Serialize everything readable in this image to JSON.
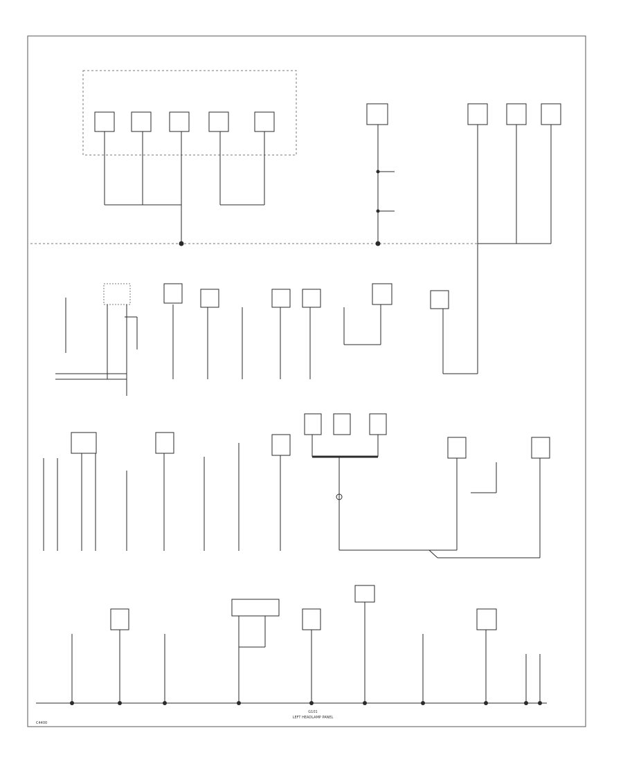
{
  "diagram": {
    "labels": {
      "bottom_ground_id": "G101",
      "bottom_ground_desc": "LEFT HEADLAMP PANEL",
      "corner_code": "C4400"
    },
    "colors": {
      "wire": "#2a2a2a",
      "border": "#555555",
      "text": "#333333",
      "dashed": "#777777"
    }
  }
}
